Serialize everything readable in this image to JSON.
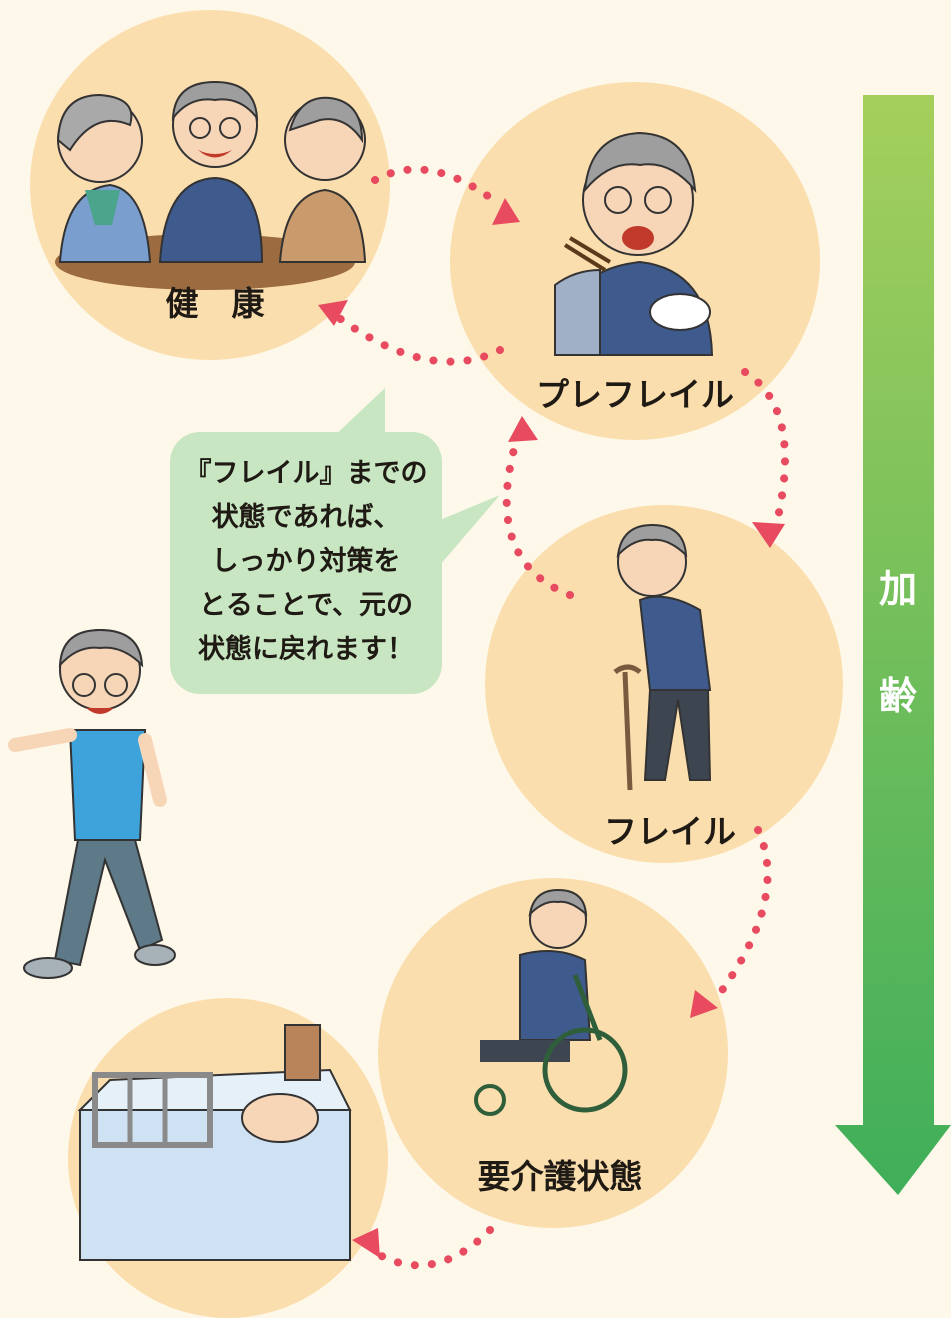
{
  "stages": {
    "healthy": "健　康",
    "prefrail": "プレフレイル",
    "frail": "フレイル",
    "care": "要介護状態"
  },
  "bubble": {
    "lines": [
      "『フレイル』までの",
      "状態であれば、",
      "しっかり対策を",
      "とることで、元の",
      "状態に戻れます！"
    ]
  },
  "aging": {
    "label_1": "加",
    "label_2": "齢"
  },
  "colors": {
    "background": "#fdf8e9",
    "circle": "#fbdeae",
    "bubble": "#c8e6c2",
    "arrow_dots": "#e84a5f",
    "aging_arrow_top": "#a5cf5c",
    "aging_arrow_bottom": "#3fae5a"
  }
}
